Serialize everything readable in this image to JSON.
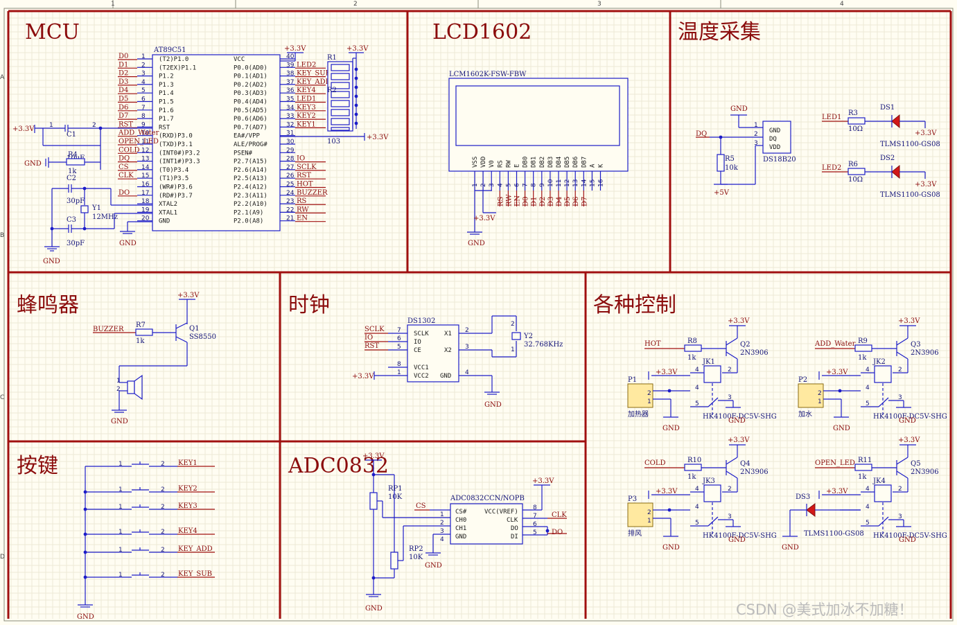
{
  "ruler": {
    "cols": [
      "1",
      "2",
      "3",
      "4"
    ],
    "rows": [
      "A",
      "B",
      "C",
      "D"
    ]
  },
  "sections": {
    "mcu": "MCU",
    "lcd": "LCD1602",
    "temp": "温度采集",
    "buzzer": "蜂鸣器",
    "clock": "时钟",
    "control": "各种控制",
    "keys": "按键",
    "adc": "ADC0832"
  },
  "mcu": {
    "part": "AT89C51",
    "left_nets": [
      "D0",
      "D1",
      "D2",
      "D3",
      "D4",
      "D5",
      "D6",
      "D7",
      "RST",
      "ADD_Water",
      "OPEN_LED",
      "COLD",
      "DQ",
      "CS",
      "CLK",
      "",
      "DO"
    ],
    "left_pins": [
      "1",
      "2",
      "3",
      "4",
      "5",
      "6",
      "7",
      "8",
      "9",
      "10",
      "11",
      "12",
      "13",
      "14",
      "15",
      "16",
      "17",
      "18",
      "19",
      "20"
    ],
    "left_labels": [
      "(T2)P1.0",
      "(T2EX)P1.1",
      "P1.2",
      "P1.3",
      "P1.4",
      "P1.5",
      "P1.6",
      "P1.7",
      "RST",
      "(RXD)P3.0",
      "(TXD)P3.1",
      "(INT0#)P3.2",
      "(INT1#)P3.3",
      "(T0)P3.4",
      "(T1)P3.5",
      "(WR#)P3.6",
      "(RD#)P3.7",
      "XTAL2",
      "XTAL1",
      "GND"
    ],
    "right_pins": [
      "40",
      "39",
      "38",
      "37",
      "36",
      "35",
      "34",
      "33",
      "32",
      "31",
      "30",
      "29",
      "28",
      "27",
      "26",
      "25",
      "24",
      "23",
      "22",
      "21"
    ],
    "right_labels": [
      "VCC",
      "P0.0(AD0)",
      "P0.1(AD1)",
      "P0.2(AD2)",
      "P0.3(AD3)",
      "P0.4(AD4)",
      "P0.5(AD5)",
      "P0.6(AD6)",
      "P0.7(AD7)",
      "EA#/VPP",
      "ALE/PROG#",
      "PSEN#",
      "P2.7(A15)",
      "P2.6(A14)",
      "P2.5(A13)",
      "P2.4(A12)",
      "P2.3(A11)",
      "P2.2(A10)",
      "P2.1(A9)",
      "P2.0(A8)"
    ],
    "right_nets": [
      "",
      "LED2",
      "KEY_SUB",
      "KEY_ADD",
      "KEY4",
      "LED1",
      "KEY3",
      "KEY2",
      "KEY1",
      "",
      "",
      "",
      "IO",
      "SCLK",
      "RST",
      "HOT",
      "BUZZER",
      "RS",
      "RW",
      "EN"
    ],
    "vcc": "+3.3V",
    "r1": "R1",
    "r1_val": "103",
    "r2": "R2",
    "vcc_ea": "+3.3V",
    "vcc_rp": "+3.3V",
    "c1": "C1",
    "c1_val": "10uF",
    "r4": "R4",
    "r4_val": "1k",
    "c2": "C2",
    "c2_val": "30pF",
    "c3": "C3",
    "c3_val": "30pF",
    "y1": "Y1",
    "y1_val": "12MHz",
    "gnd": "GND",
    "vcc_rst": "+3.3V",
    "rst_pin1": "1",
    "rst_pin2": "2"
  },
  "lcd": {
    "part": "LCM1602K-FSW-FBW",
    "pins": [
      "VSS",
      "VDD",
      "V0",
      "RS",
      "RW",
      "E",
      "DB0",
      "DB1",
      "DB2",
      "DB3",
      "DB4",
      "DB5",
      "DB6",
      "DB7",
      "A",
      "K"
    ],
    "nums": [
      "1",
      "2",
      "3",
      "4",
      "5",
      "6",
      "7",
      "8",
      "9",
      "10",
      "11",
      "12",
      "13",
      "14",
      "15",
      "16"
    ],
    "nets": [
      "",
      "",
      "",
      "RS",
      "RW",
      "EN",
      "D0",
      "D1",
      "D2",
      "D3",
      "D4",
      "D5",
      "D6",
      "D7",
      "",
      ""
    ],
    "vcc": "+3.3V",
    "gnd": "GND"
  },
  "temp": {
    "gnd": "GND",
    "dq": "DQ",
    "u": "DS18B20",
    "pins": [
      "GND",
      "DQ",
      "VDD"
    ],
    "nums": [
      "1",
      "2",
      "3"
    ],
    "r5": "R5",
    "r5_val": "10k",
    "v5": "+5V",
    "led1": "LED1",
    "r3": "R3",
    "r3_val": "10Ω",
    "ds1": "DS1",
    "ds1_part": "TLMS1100-GS08",
    "vcc1": "+3.3V",
    "led2": "LED2",
    "r6": "R6",
    "r6_val": "10Ω",
    "ds2": "DS2",
    "ds2_part": "TLMS1100-GS08",
    "vcc2": "+3.3V"
  },
  "buzzer": {
    "vcc": "+3.3V",
    "net": "BUZZER",
    "r7": "R7",
    "r7_val": "1k",
    "q1": "Q1",
    "q1_part": "SS8550",
    "pin1": "1",
    "pin2": "2",
    "gnd": "GND"
  },
  "clock": {
    "u": "DS1302",
    "nets": [
      "SCLK",
      "IO",
      "RST"
    ],
    "left_nums": [
      "7",
      "6",
      "5",
      "8",
      "1"
    ],
    "left_labels": [
      "SCLK",
      "IO",
      "CE",
      "VCC1",
      "VCC2"
    ],
    "right_nums": [
      "2",
      "3",
      "4"
    ],
    "right_labels": [
      "X1",
      "X2",
      "GND"
    ],
    "y2": "Y2",
    "y2_val": "32.768KHz",
    "vcc": "+3.3V",
    "gnd": "GND",
    "y_pin1": "1",
    "y_pin2": "2"
  },
  "control": {
    "blocks": [
      {
        "net": "HOT",
        "r": "R8",
        "rv": "1k",
        "q": "Q2",
        "qp": "2N3906",
        "jk": "JK1",
        "p": "P1",
        "pl": "加热器",
        "relay": "HK4100F-DC5V-SHG"
      },
      {
        "net": "ADD_Water",
        "r": "R9",
        "rv": "1k",
        "q": "Q3",
        "qp": "2N3906",
        "jk": "JK2",
        "p": "P2",
        "pl": "加水",
        "relay": "HK4100F-DC5V-SHG"
      },
      {
        "net": "COLD",
        "r": "R10",
        "rv": "1k",
        "q": "Q4",
        "qp": "2N3906",
        "jk": "JK3",
        "p": "P3",
        "pl": "排风",
        "relay": "HK4100F-DC5V-SHG"
      },
      {
        "net": "OPEN_LED",
        "r": "R11",
        "rv": "1k",
        "q": "Q5",
        "qp": "2N3906",
        "jk": "JK4",
        "p": "",
        "pl": "",
        "relay": "HK4100F-DC5V-SHG"
      }
    ],
    "vcc": "+3.3V",
    "gnd": "GND",
    "ds3": "DS3",
    "ds3_part": "TLMS1100-GS08",
    "relay_pins": [
      "4",
      "2",
      "5",
      "3",
      "1"
    ]
  },
  "keys": {
    "nets": [
      "KEY1",
      "KEY2",
      "KEY3",
      "KEY4",
      "KEY_ADD",
      "KEY_SUB"
    ],
    "pin1": "1",
    "pin2": "2",
    "gnd": "GND"
  },
  "adc": {
    "vcc": "+3.3V",
    "rp1": "RP1",
    "rp1_val": "10K",
    "rp2": "RP2",
    "rp2_val": "10K",
    "u": "ADC0832CCN/NOPB",
    "left_labels": [
      "CS#",
      "CH0",
      "CH1",
      "GND"
    ],
    "left_nums": [
      "1",
      "2",
      "3",
      "4"
    ],
    "right_labels": [
      "VCC(VREF)",
      "CLK",
      "DO",
      "DI"
    ],
    "right_nums": [
      "8",
      "7",
      "6",
      "5"
    ],
    "nets": [
      "CS",
      "CLK",
      "DO"
    ],
    "gnd": "GND",
    "vcc2": "+3.3V"
  },
  "watermark": "CSDN @美式加冰不加糖！"
}
